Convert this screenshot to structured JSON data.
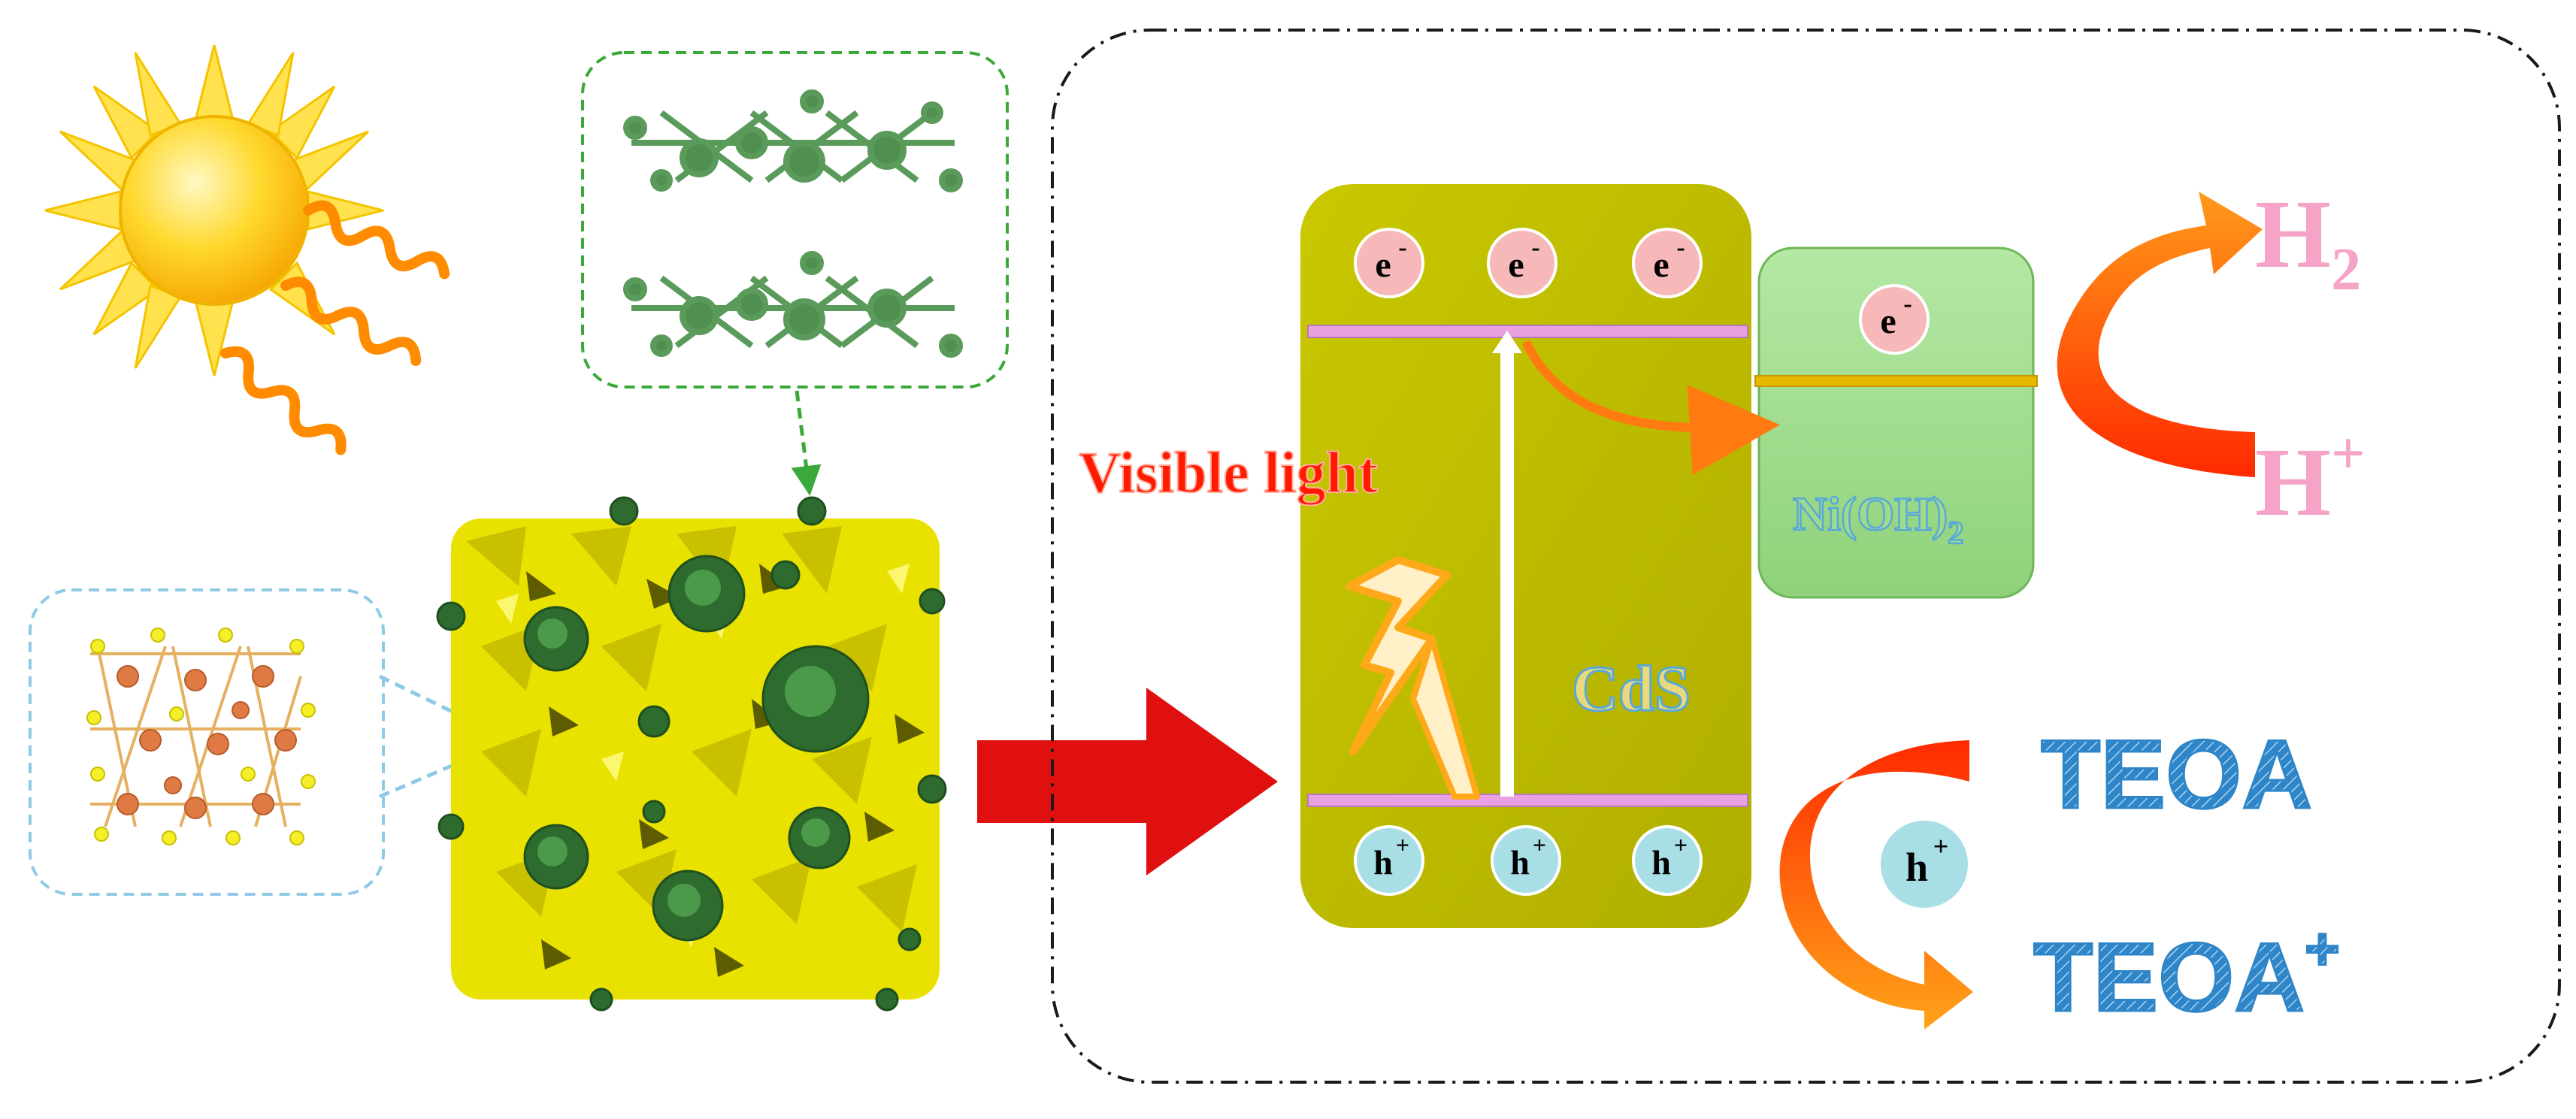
{
  "figure": {
    "light_label": "Visible light",
    "semiconductor_label": "CdS",
    "cocatalyst_label_main": "Ni(OH)",
    "cocatalyst_label_sub": "2",
    "electron_label": "e",
    "electron_sup": "-",
    "hole_label": "h",
    "hole_sup": "+",
    "product_label_main": "H",
    "product_label_sub": "2",
    "reactant_label_main": "H",
    "reactant_label_sup": "+",
    "donor_label": "TEOA",
    "donor_oxidized_label": "TEOA",
    "donor_oxidized_sup": "+"
  },
  "colors": {
    "cds_block": "#bdbd00",
    "niohh_block": "#9fdb8c",
    "electron_fill": "#f6b8b8",
    "hole_fill": "#a8dee5",
    "band_line": "#e8a0e0",
    "h2_text": "#f5a3c7",
    "teoa_text": "#2e86c8",
    "light_text": "#ff1a00",
    "cds_text": "#e9d97a",
    "niohh_text": "#5aa8d8",
    "main_arrow": "#e01010",
    "curve_arrow": "#ff7a10"
  }
}
